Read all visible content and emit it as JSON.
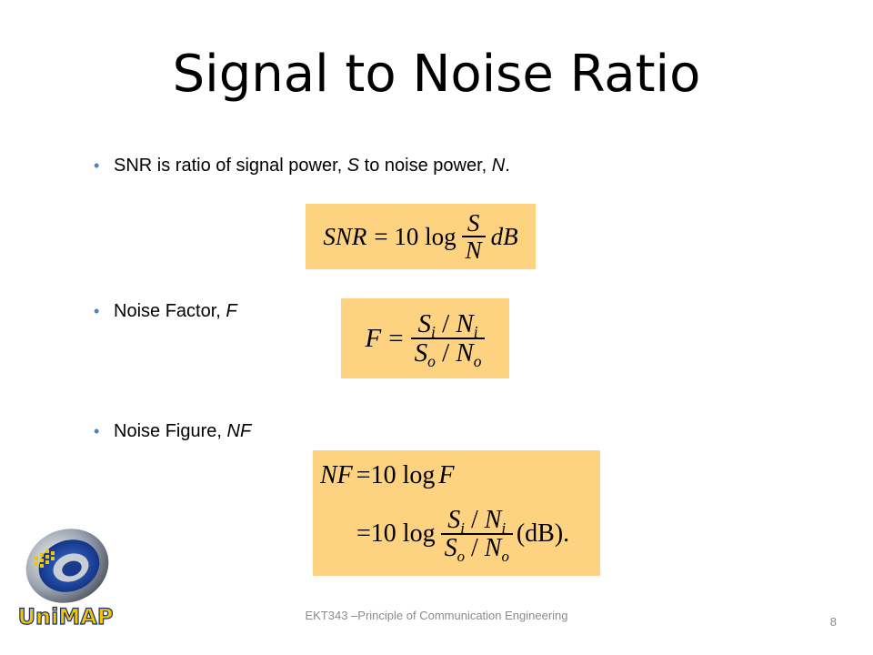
{
  "slide": {
    "title": "Signal to Noise Ratio",
    "bullets": [
      {
        "text": "SNR is ratio of signal power, ",
        "v1": "S",
        "mid": " to noise power, ",
        "v2": "N",
        "end": "."
      },
      {
        "text": "Noise Factor, ",
        "var": "F"
      },
      {
        "text": "Noise Figure, ",
        "var": "NF"
      }
    ],
    "equations": {
      "snr": {
        "lhs": "SNR",
        "eq": "= 10 log",
        "num": "S",
        "den": "N",
        "unit": "dB"
      },
      "factor": {
        "lhs": "F",
        "eq": "=",
        "num_a": "S",
        "num_a_sub": "i",
        "num_b": "N",
        "num_b_sub": "i",
        "den_a": "S",
        "den_a_sub": "o",
        "den_b": "N",
        "den_b_sub": "o"
      },
      "figure": {
        "line1_lhs": "NF",
        "line1_rhs": "=10 log",
        "line1_var": "F",
        "line2_eq": "=10 log",
        "unit": "(dB)."
      }
    },
    "footer": "EKT343 –Principle of Communication Engineering",
    "page_number": "8",
    "logo_text": "UniMAP",
    "colors": {
      "equation_bg": "#fdd382",
      "bullet": "#4f81bd",
      "footer": "#8b8b8b"
    }
  }
}
